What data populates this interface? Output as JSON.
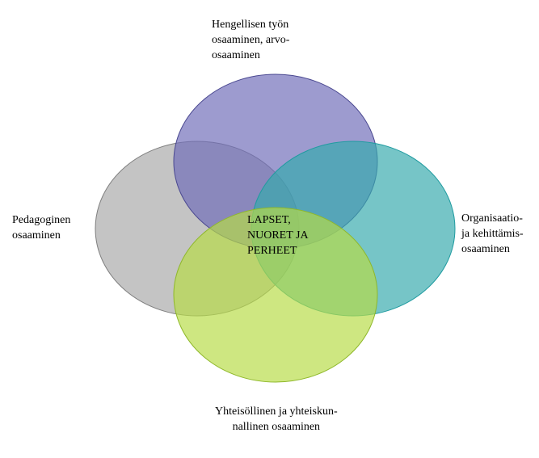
{
  "diagram": {
    "circles": [
      {
        "id": "top",
        "label": "Hengellisen työn\nosaaminen, arvo-\nosaaminen",
        "fill": "#6e6cb8",
        "stroke": "#4a4890"
      },
      {
        "id": "left",
        "label": "Pedagoginen\nosaaminen",
        "fill": "#a8a8a8",
        "stroke": "#7f7f7f"
      },
      {
        "id": "right",
        "label": "Organisaatio-\nja kehittämis-\nosaaminen",
        "fill": "#35a9ad",
        "stroke": "#1f9ba0"
      },
      {
        "id": "bottom",
        "label": "Yhteisöllinen ja yhteiskun-\nnallinen osaaminen",
        "fill": "#b7dc46",
        "stroke": "#8fb82a"
      }
    ],
    "center_label": "LAPSET,\nNUORET JA\nPERHEET"
  }
}
